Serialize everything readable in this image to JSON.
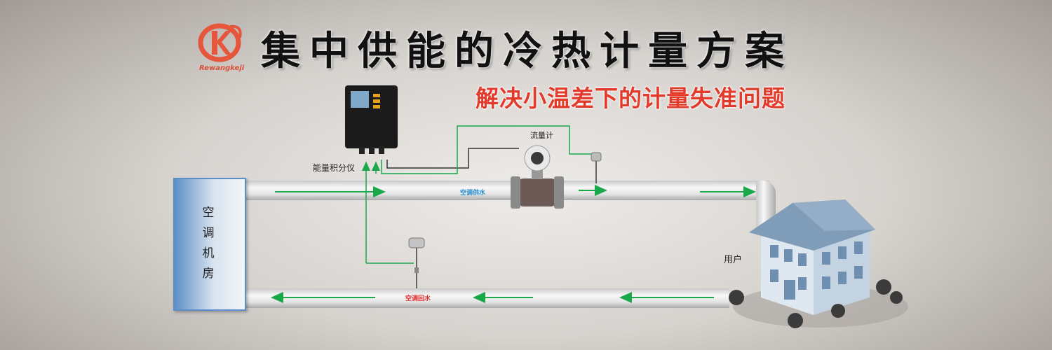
{
  "header": {
    "logo_text": "Rewangkeji",
    "title": "集中供能的冷热计量方案",
    "subtitle": "解决小温差下的计量失准问题"
  },
  "diagram": {
    "machine_room_label": "空调机房",
    "integrator_label": "能量积分仪",
    "flowmeter_label": "流量计",
    "supply_pipe_label": "空调供水",
    "return_pipe_label": "空调回水",
    "user_label": "用户"
  },
  "colors": {
    "title": "#111111",
    "subtitle": "#e23b2b",
    "arrow": "#1aa84a",
    "supply_label": "#2a8fd0",
    "return_label": "#e03030",
    "room_border": "#5a8fc8"
  }
}
